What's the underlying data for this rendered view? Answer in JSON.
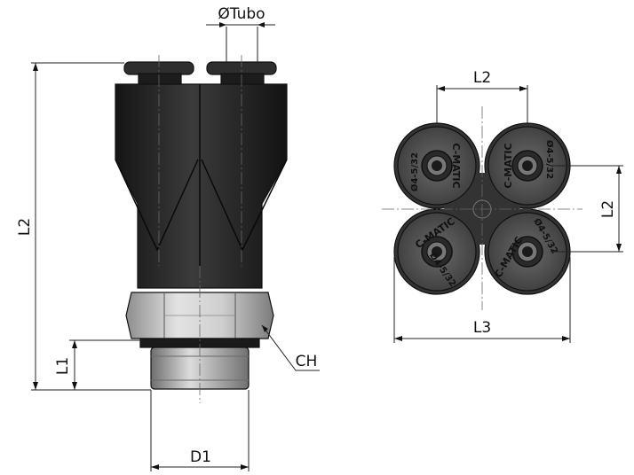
{
  "dimensions": {
    "tube": "ØTubo",
    "l2_side": "L2",
    "l1": "L1",
    "d1": "D1",
    "ch": "CH",
    "l2_top": "L2",
    "l2_right": "L2",
    "l3": "L3"
  },
  "front_view": {
    "ports": [
      {
        "brand": "C-MATIC",
        "size": "Ø4-5/32"
      },
      {
        "brand": "C-MATIC",
        "size": "Ø4-5/32"
      },
      {
        "brand": "C-MATIC",
        "size": "Ø4-5/32"
      },
      {
        "brand": "C-MATIC",
        "size": "Ø4-5/32"
      }
    ]
  },
  "colors": {
    "body": "#2a2a2a",
    "hex_nut": "#b9b9b9",
    "thread": "#9a9a9a",
    "face": "#555555",
    "background": "#ffffff"
  }
}
